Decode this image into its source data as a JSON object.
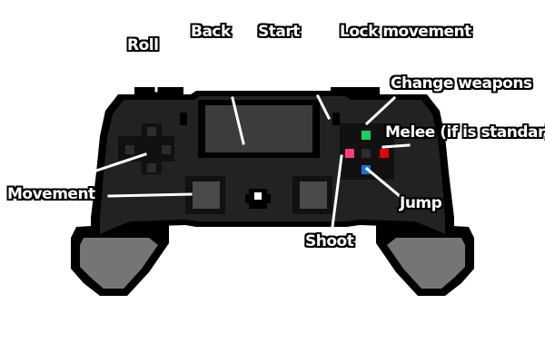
{
  "labels": {
    "roll": "Roll",
    "back": "Back",
    "start": "Start",
    "lock_movement": "Lock movement",
    "change_weapons": "Change weapons",
    "melee": "Melee (if is standar)",
    "jump": "Jump",
    "shoot": "Shoot",
    "movement": "Movement"
  },
  "colors": {
    "body": "#222222",
    "outline": "#000000",
    "grips": "#757575",
    "touchpad": "#3c3c3c",
    "sticks": "#4a4a4a",
    "button_triangle": "#17d15d",
    "button_circle": "#e60000",
    "button_square": "#ff3b7a",
    "button_cross": "#1e6fd9",
    "leader_lines": "#ffffff"
  }
}
